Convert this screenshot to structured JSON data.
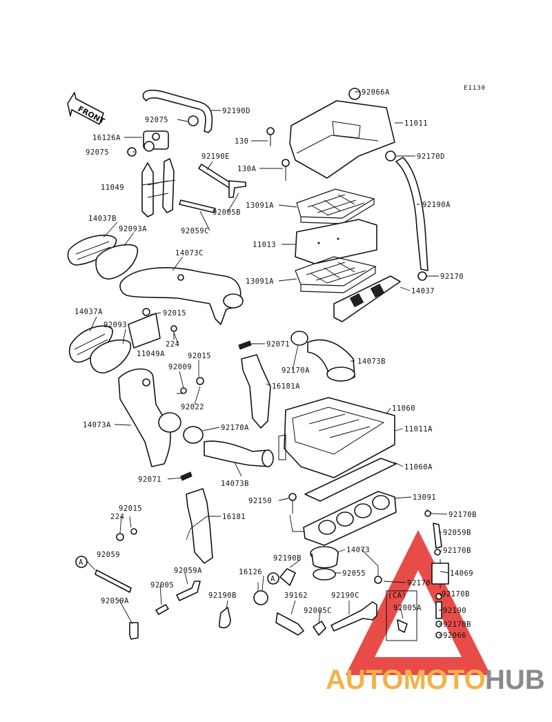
{
  "diagram_code": "E1130",
  "front_label": "FRONT",
  "watermark": {
    "text_a": "AUTOMOTO",
    "text_b": "HUB",
    "color_a": "#f1b24a",
    "color_b": "#8a8a8a",
    "triangle_color": "#e53935"
  },
  "labels": {
    "p92066A": "92066A",
    "p11011": "11011",
    "p92190D": "92190D",
    "p92075_1": "92075",
    "p16126A": "16126A",
    "p92075_2": "92075",
    "p130": "130",
    "p130A": "130A",
    "p92170D": "92170D",
    "p92190E": "92190E",
    "p11049": "11049",
    "p92005B": "92005B",
    "p13091A_1": "13091A",
    "p92190A": "92190A",
    "p92059C": "92059C",
    "p14037B": "14037B",
    "p92093A": "92093A",
    "p11013": "11013",
    "p14073C": "14073C",
    "p92170": "92170",
    "p13091A_2": "13091A",
    "p14037": "14037",
    "p14037A": "14037A",
    "p92015_1": "92015",
    "p92093": "92093",
    "p224_1": "224",
    "p92071_1": "92071",
    "p11049A": "11049A",
    "p14073B_1": "14073B",
    "p92015_2": "92015",
    "p92170A_1": "92170A",
    "p92009": "92009",
    "p16181A": "16181A",
    "p92022": "92022",
    "p11060": "11060",
    "p14073A": "14073A",
    "p92170A_2": "92170A",
    "p11011A": "11011A",
    "p11060A": "11060A",
    "p92071_2": "92071",
    "p14073B_2": "14073B",
    "p92150": "92150",
    "p13091": "13091",
    "p92015_3": "92015",
    "p224_2": "224",
    "p16181": "16181",
    "p92170B_1": "92170B",
    "p92059B": "92059B",
    "p14073": "14073",
    "p92170B_2": "92170B",
    "pA_1": "A",
    "p92059": "92059",
    "p92190B_1": "92190B",
    "p92059A_1": "92059A",
    "p16126": "16126",
    "p92055": "92055",
    "p14069": "14069",
    "pA_2": "A",
    "p92005": "92005",
    "p92170_2": "92170",
    "p92170B_3": "92170B",
    "p92190B_2": "92190B",
    "p39162": "39162",
    "p92190C": "92190C",
    "pCA": "(CA)",
    "p92059A_2": "92059A",
    "p92005C": "92005C",
    "p92005A": "92005A",
    "p92190": "92190",
    "p92170B_4": "92170B",
    "p92066": "92066"
  }
}
